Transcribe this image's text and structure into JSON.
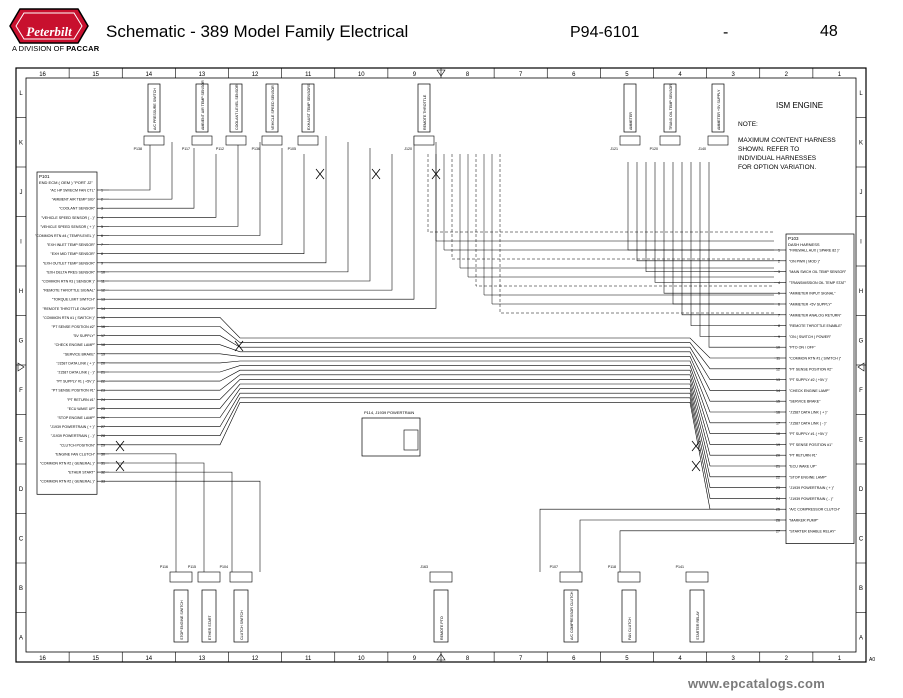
{
  "header": {
    "brand": "Peterbilt",
    "division": "A DIVISION OF",
    "parent": "PACCAR",
    "title": "Schematic - 389 Model Family Electrical",
    "doc_number": "P94-6101",
    "separator": "-",
    "page": "48"
  },
  "grid": {
    "columns": [
      "16",
      "15",
      "14",
      "13",
      "12",
      "11",
      "10",
      "9",
      "8",
      "7",
      "6",
      "5",
      "4",
      "3",
      "2",
      "1"
    ],
    "rows": [
      "L",
      "K",
      "J",
      "I",
      "H",
      "G",
      "F",
      "E",
      "D",
      "C",
      "B",
      "A"
    ],
    "sheet_code": "A0"
  },
  "main": {
    "engine_title": "ISM ENGINE",
    "note_heading": "NOTE:",
    "note_lines": [
      "MAXIMUM CONTENT HARNESS",
      "SHOWN. REFER TO",
      "INDIVIDUAL HARNESSES",
      "FOR OPTION VARIATION."
    ],
    "left_connector": "P101",
    "left_connector_desc": "END ECM ( OEM ) \"PORT J2\"",
    "right_connector": "P103",
    "right_connector_desc": "DASH HARNESS",
    "j1939_label": "P114, J1939 POWERTRAIN",
    "left_pins": [
      "\"AC HP SW/ECM FAN CTL\"",
      "\"AMBIENT AIR TEMP SIG\"",
      "\"COOLANT SENSOR\"",
      "\"VEHICLE SPEED SENSOR ( - )\"",
      "\"VEHICLE SPEED SENSOR ( + )\"",
      "\"COMMON RTN #4 ( TEMP/LEVEL )\"",
      "\"EXH INLET TEMP SENSOR\"",
      "\"EXH MID TEMP SENSOR\"",
      "\"EXH OUTLET TEMP SENSOR\"",
      "\"EXH DELTA PRES SENSOR\"",
      "\"COMMON RTN #3 ( SENSOR )\"",
      "\"REMOTE THROTTLE SIGNAL\"",
      "\"TORQUE LIMIT SWITCH\"",
      "\"REMOTE THROTTLE ON/OFF\"",
      "\"COMMON RTN #1 ( SWITCH )\"",
      "\"PT SENSE POSITION #2\"",
      "\"5V SUPPLY\"",
      "\"CHECK ENGINE LAMP\"",
      "\"SERVICE BRAKE\"",
      "\"J1587 DATA LINK ( + )\"",
      "\"J1587 DATA LINK ( - )\"",
      "\"PT SUPPLY #1 ( +5V )\"",
      "\"PT SENSE POSITION #1\"",
      "\"PT RETURN #1\"",
      "\"ECU WAKE UP\"",
      "\"STOP ENGINE LAMP\"",
      "\"J1939 POWERTRAIN ( + )\"",
      "\"J1939 POWERTRAIN ( - )\"",
      "\"CLUTCH POSITION\"",
      "\"ENGINE FAN CLUTCH\"",
      "\"COMMON RTN #2 ( GENERAL )\"",
      "\"ETHER START\"",
      "\"COMMON RTN #2 ( GENERAL )\""
    ],
    "right_pins": [
      "\"FIREWALL AUX ( SPARE 82 )\"",
      "\"ON PWR ( MOD )\"",
      "\"MAIN SWCH OIL TEMP SENSOR\"",
      "\"TRANSMISSION OIL TEMP STAT\"",
      "\"AMMETER INPUT SIGNAL\"",
      "\"AMMETER +5V SUPPLY\"",
      "\"AMMETER ANALOG RETURN\"",
      "\"REMOTE THROTTLE ENABLE\"",
      "\"ON ( SWITCH ) POWER\"",
      "\"PTO ON / OFF\"",
      "\"COMMON RTN #1 ( SWITCH )\"",
      "\"PT SENSE POSITION #2\"",
      "\"PT SUPPLY #2 ( +5V )\"",
      "\"CHECK ENGINE LAMP\"",
      "\"SERVICE BRAKE\"",
      "\"J1587 DATA LINK ( + )\"",
      "\"J1587 DATA LINK ( - )\"",
      "\"PT SUPPLY #1 ( +5V )\"",
      "\"PT SENSE POSITION #1\"",
      "\"PT RETURN #1\"",
      "\"ECU WAKE UP\"",
      "\"STOP ENGINE LAMP\"",
      "\"J1939 POWERTRAIN ( + )\"",
      "\"J1939 POWERTRAIN ( - )\"",
      "\"A/C COMPRESSOR CLUTCH\"",
      "\"MARKER PUMP\"",
      "\"STARTER ENABLE RELAY\""
    ],
    "top_components": [
      {
        "ref": "P138",
        "text": "A/C PRESSURE SWITCH"
      },
      {
        "ref": "P117",
        "text": "AMBIENT AIR TEMP SENSOR"
      },
      {
        "ref": "P112",
        "text": "COOLANT LEVEL SENSOR"
      },
      {
        "ref": "P136",
        "text": "VEHICLE SPEED SENSOR"
      },
      {
        "ref": "P105",
        "text": "EXHAUST TEMP SENSORS"
      },
      {
        "ref": "J120",
        "text": "REMOTE THROTTLE"
      },
      {
        "ref": "P120",
        "text": "TRANS OIL TEMP SENSOR"
      },
      {
        "ref": "J121",
        "text": "AMMETER"
      },
      {
        "ref": "J140",
        "text": "AMMETER +5V SUPPLY"
      }
    ],
    "bottom_components": [
      {
        "ref": "P116",
        "text": "STOP ENGINE SWITCH"
      },
      {
        "ref": "P115",
        "text": "ETHER START"
      },
      {
        "ref": "P104",
        "text": "CLUTCH SWITCH"
      },
      {
        "ref": "J163",
        "text": "REMOTE PTO"
      },
      {
        "ref": "P107",
        "text": "A/C COMPRESSOR CLUTCH"
      },
      {
        "ref": "P118",
        "text": "FAN CLUTCH"
      },
      {
        "ref": "P141",
        "text": "STARTER RELAY"
      }
    ]
  },
  "footer": {
    "watermark": "www.epcatalogs.com"
  },
  "colors": {
    "line": "#000000",
    "red_logo": "#c8102e",
    "watermark": "#7a7a7a"
  }
}
